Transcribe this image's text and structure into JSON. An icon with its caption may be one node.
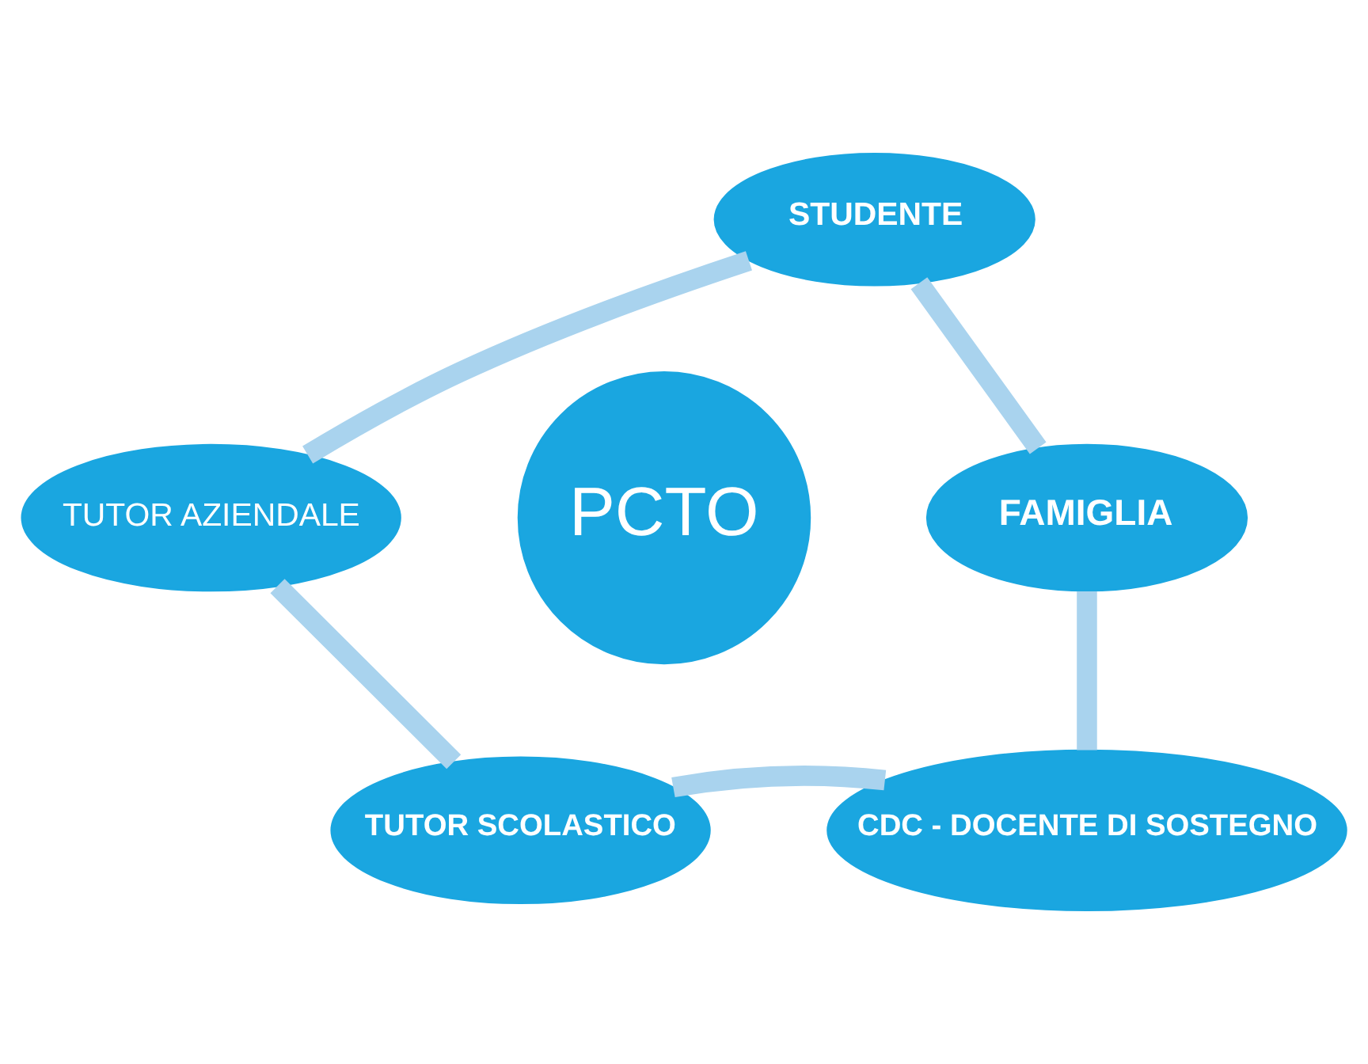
{
  "diagram": {
    "nodes": [
      {
        "text": [
          "STUDENTE"
        ]
      },
      {
        "text": [
          "TUTOR AZIENDALE"
        ]
      },
      {
        "text": [
          "PCTO"
        ]
      },
      {
        "text": [
          "FAMIGLIA"
        ]
      },
      {
        "text": [
          "TUTOR SCOLASTICO"
        ]
      },
      {
        "text": [
          "CDC - DOCENTE DI SOSTEGNO"
        ]
      }
    ],
    "edges": [
      {
        "from": 0,
        "to": 3,
        "arrow": "none"
      },
      {
        "from": 3,
        "to": 5,
        "arrow": "none"
      },
      {
        "from": 5,
        "to": 4,
        "arrow": "none"
      },
      {
        "from": 4,
        "to": 1,
        "arrow": "none"
      },
      {
        "from": 1,
        "to": 0,
        "arrow": "none"
      }
    ]
  }
}
